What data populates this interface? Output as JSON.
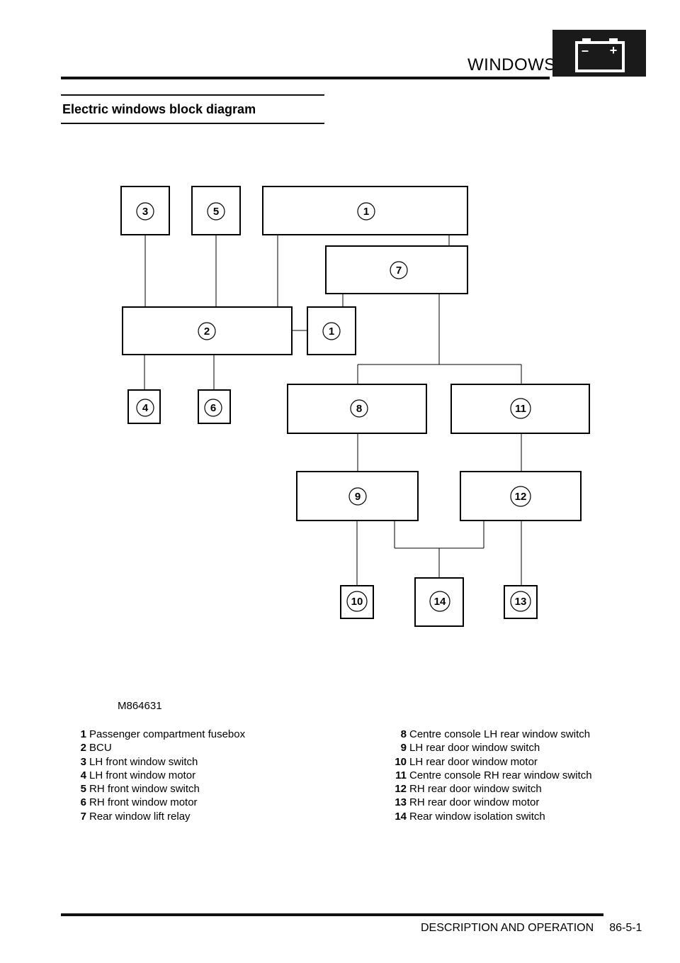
{
  "header": {
    "title": "WINDOWS",
    "badge_minus": "–",
    "badge_plus": "+",
    "badge_icon": "battery-icon"
  },
  "heading": "Electric windows block diagram",
  "figure": {
    "reference": "M864631",
    "blocks": [
      {
        "label": "3"
      },
      {
        "label": "5"
      },
      {
        "label": "1"
      },
      {
        "label": "7"
      },
      {
        "label": "2"
      },
      {
        "label": "1"
      },
      {
        "label": "4"
      },
      {
        "label": "6"
      },
      {
        "label": "8"
      },
      {
        "label": "11"
      },
      {
        "label": "9"
      },
      {
        "label": "12"
      },
      {
        "label": "10"
      },
      {
        "label": "14"
      },
      {
        "label": "13"
      }
    ]
  },
  "legend": {
    "left": [
      {
        "num": "1",
        "text": "Passenger compartment fusebox"
      },
      {
        "num": "2",
        "text": "BCU"
      },
      {
        "num": "3",
        "text": "LH front window switch"
      },
      {
        "num": "4",
        "text": "LH front window motor"
      },
      {
        "num": "5",
        "text": "RH front window switch"
      },
      {
        "num": "6",
        "text": "RH front window motor"
      },
      {
        "num": "7",
        "text": "Rear window lift relay"
      }
    ],
    "right": [
      {
        "num": "8",
        "text": "Centre console LH rear window switch"
      },
      {
        "num": "9",
        "text": "LH rear door window switch"
      },
      {
        "num": "10",
        "text": "LH rear door window motor"
      },
      {
        "num": "11",
        "text": "Centre console RH rear window switch"
      },
      {
        "num": "12",
        "text": "RH rear door window switch"
      },
      {
        "num": "13",
        "text": "RH rear door window motor"
      },
      {
        "num": "14",
        "text": "Rear window isolation switch"
      }
    ]
  },
  "footer": {
    "section": "DESCRIPTION AND OPERATION",
    "page": "86-5-1"
  }
}
